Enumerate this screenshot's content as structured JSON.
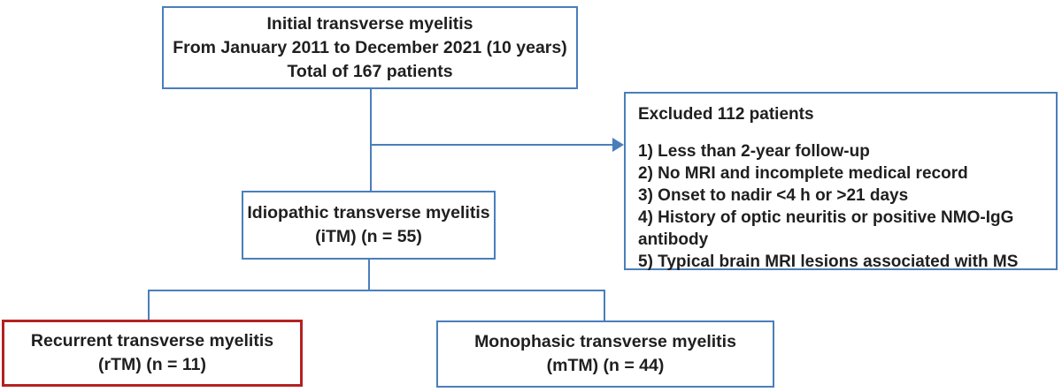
{
  "diagram": {
    "title_meaning": "Patient selection flowchart for transverse myelitis study",
    "boxes": {
      "initial": {
        "lines": [
          "Initial transverse myelitis",
          "From January 2011 to December 2021 (10 years)",
          "Total of 167 patients"
        ]
      },
      "excluded": {
        "title": "Excluded 112 patients",
        "items": [
          "1) Less than 2-year follow-up",
          "2) No MRI and incomplete medical record",
          "3) Onset to nadir <4 h or >21 days",
          "4) History of optic neuritis or positive NMO-IgG antibody",
          "5) Typical brain MRI lesions associated with MS"
        ]
      },
      "itm": {
        "lines": [
          "Idiopathic transverse myelitis",
          "(iTM) (n = 55)"
        ]
      },
      "rtm": {
        "lines": [
          "Recurrent transverse myelitis",
          "(rTM) (n = 11)"
        ]
      },
      "mtm": {
        "lines": [
          "Monophasic transverse myelitis",
          "(mTM) (n = 44)"
        ]
      }
    },
    "colors": {
      "box_border_blue": "#4a7ebb",
      "connector_blue": "#4a7ebb",
      "highlight_border_red": "#b42121",
      "text": "#1f1f1f",
      "background": "#ffffff"
    }
  }
}
